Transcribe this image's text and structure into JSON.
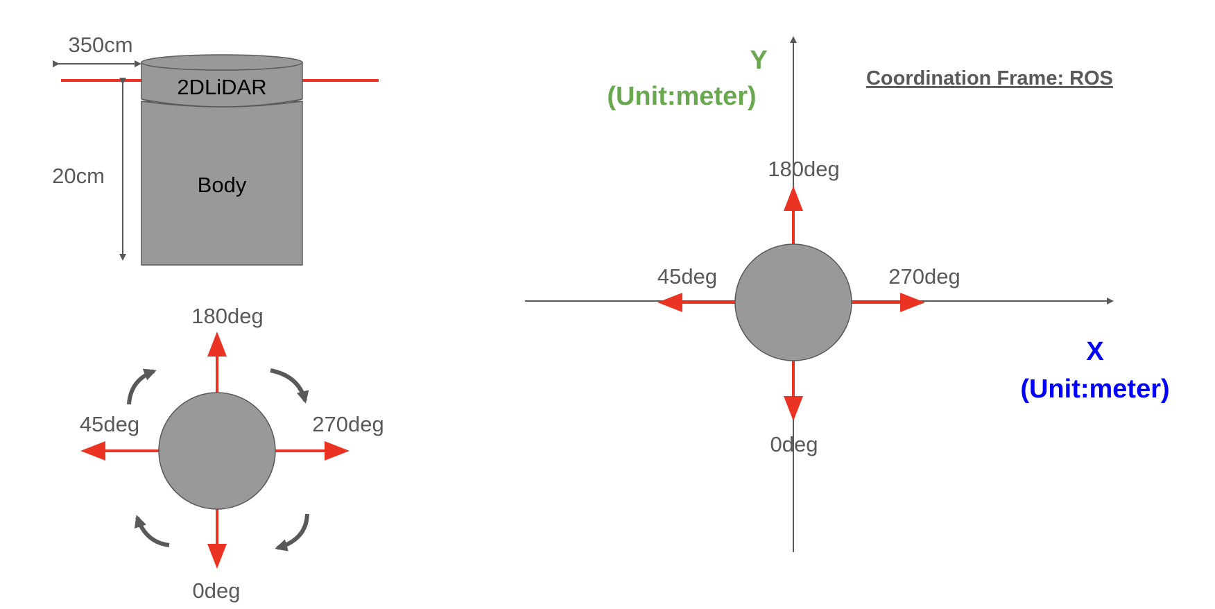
{
  "side_view": {
    "width_label": "350cm",
    "height_label": "20cm",
    "lidar_label": "2DLiDAR",
    "body_label": "Body"
  },
  "top_view": {
    "up_label": "180deg",
    "left_label": "45deg",
    "right_label": "270deg",
    "down_label": "0deg"
  },
  "coord_frame": {
    "title": "Coordination Frame: ROS",
    "y_axis_name": "Y",
    "y_axis_unit": "(Unit:meter)",
    "x_axis_name": "X",
    "x_axis_unit": "(Unit:meter)",
    "up_label": "180deg",
    "left_label": "45deg",
    "right_label": "270deg",
    "down_label": "0deg"
  },
  "colors": {
    "arrow_red": "#ea3323",
    "body_gray": "#999999",
    "line_gray": "#595959",
    "y_green": "#6aa84f",
    "x_blue": "#0000ff"
  }
}
